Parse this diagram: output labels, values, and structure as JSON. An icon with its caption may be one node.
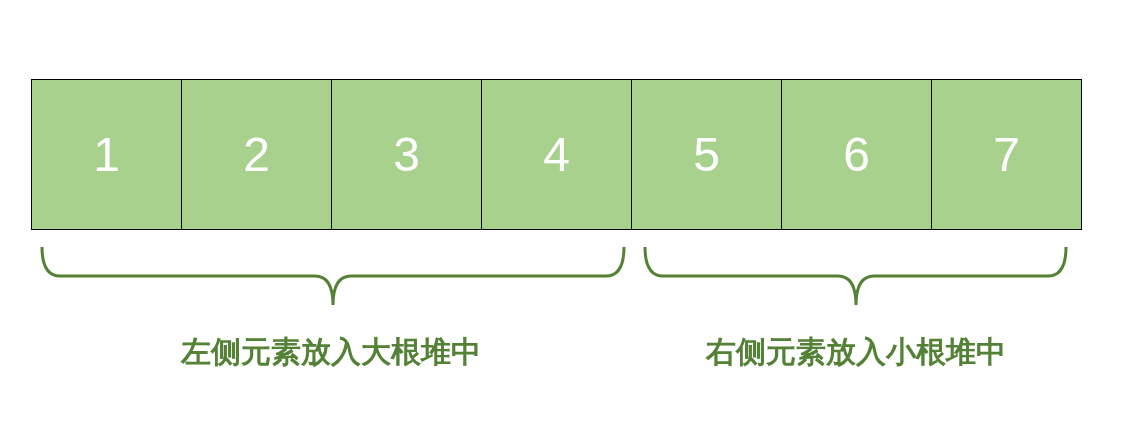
{
  "diagram": {
    "nodes": [
      {
        "text": [
          "1"
        ]
      },
      {
        "text": [
          "2"
        ]
      },
      {
        "text": [
          "3"
        ]
      },
      {
        "text": [
          "4"
        ]
      },
      {
        "text": [
          "5"
        ]
      },
      {
        "text": [
          "6"
        ]
      },
      {
        "text": [
          "7"
        ]
      }
    ],
    "edges": [],
    "labels": [
      "左侧元素放入大根堆中",
      "右侧元素放入小根堆中"
    ]
  }
}
